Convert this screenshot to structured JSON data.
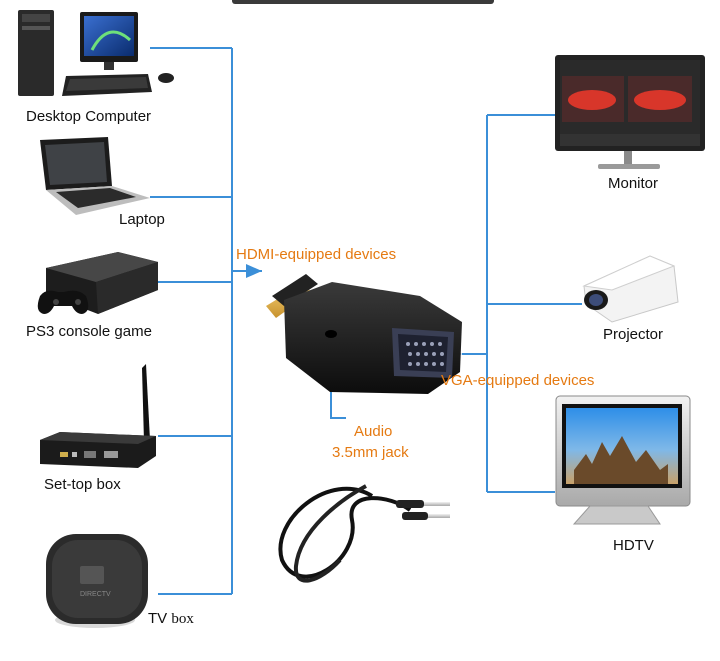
{
  "colors": {
    "line": "#3b8fd8",
    "accent_text": "#e57a12",
    "label_text": "#111111",
    "device_dark": "#1e1e1e"
  },
  "sources": [
    {
      "label": "Desktop Computer",
      "icon": "desktop-computer-icon"
    },
    {
      "label": "Laptop",
      "icon": "laptop-icon"
    },
    {
      "label": "PS3 console game",
      "icon": "game-console-icon"
    },
    {
      "label": "Set-top box",
      "icon": "set-top-box-icon"
    },
    {
      "label": "TV",
      "label_suffix": "box",
      "icon": "tv-box-icon"
    }
  ],
  "displays": [
    {
      "label": "Monitor",
      "icon": "monitor-icon"
    },
    {
      "label": "Projector",
      "icon": "projector-icon"
    },
    {
      "label": "HDTV",
      "icon": "hdtv-icon"
    }
  ],
  "adapter": {
    "input_label": "HDMI-equipped devices",
    "output_label": "VGA-equipped devices",
    "audio_label_line1": "Audio",
    "audio_label_line2": "3.5mm jack",
    "icon": "hdmi-vga-adapter-icon",
    "cable_icon": "audio-cable-icon"
  }
}
